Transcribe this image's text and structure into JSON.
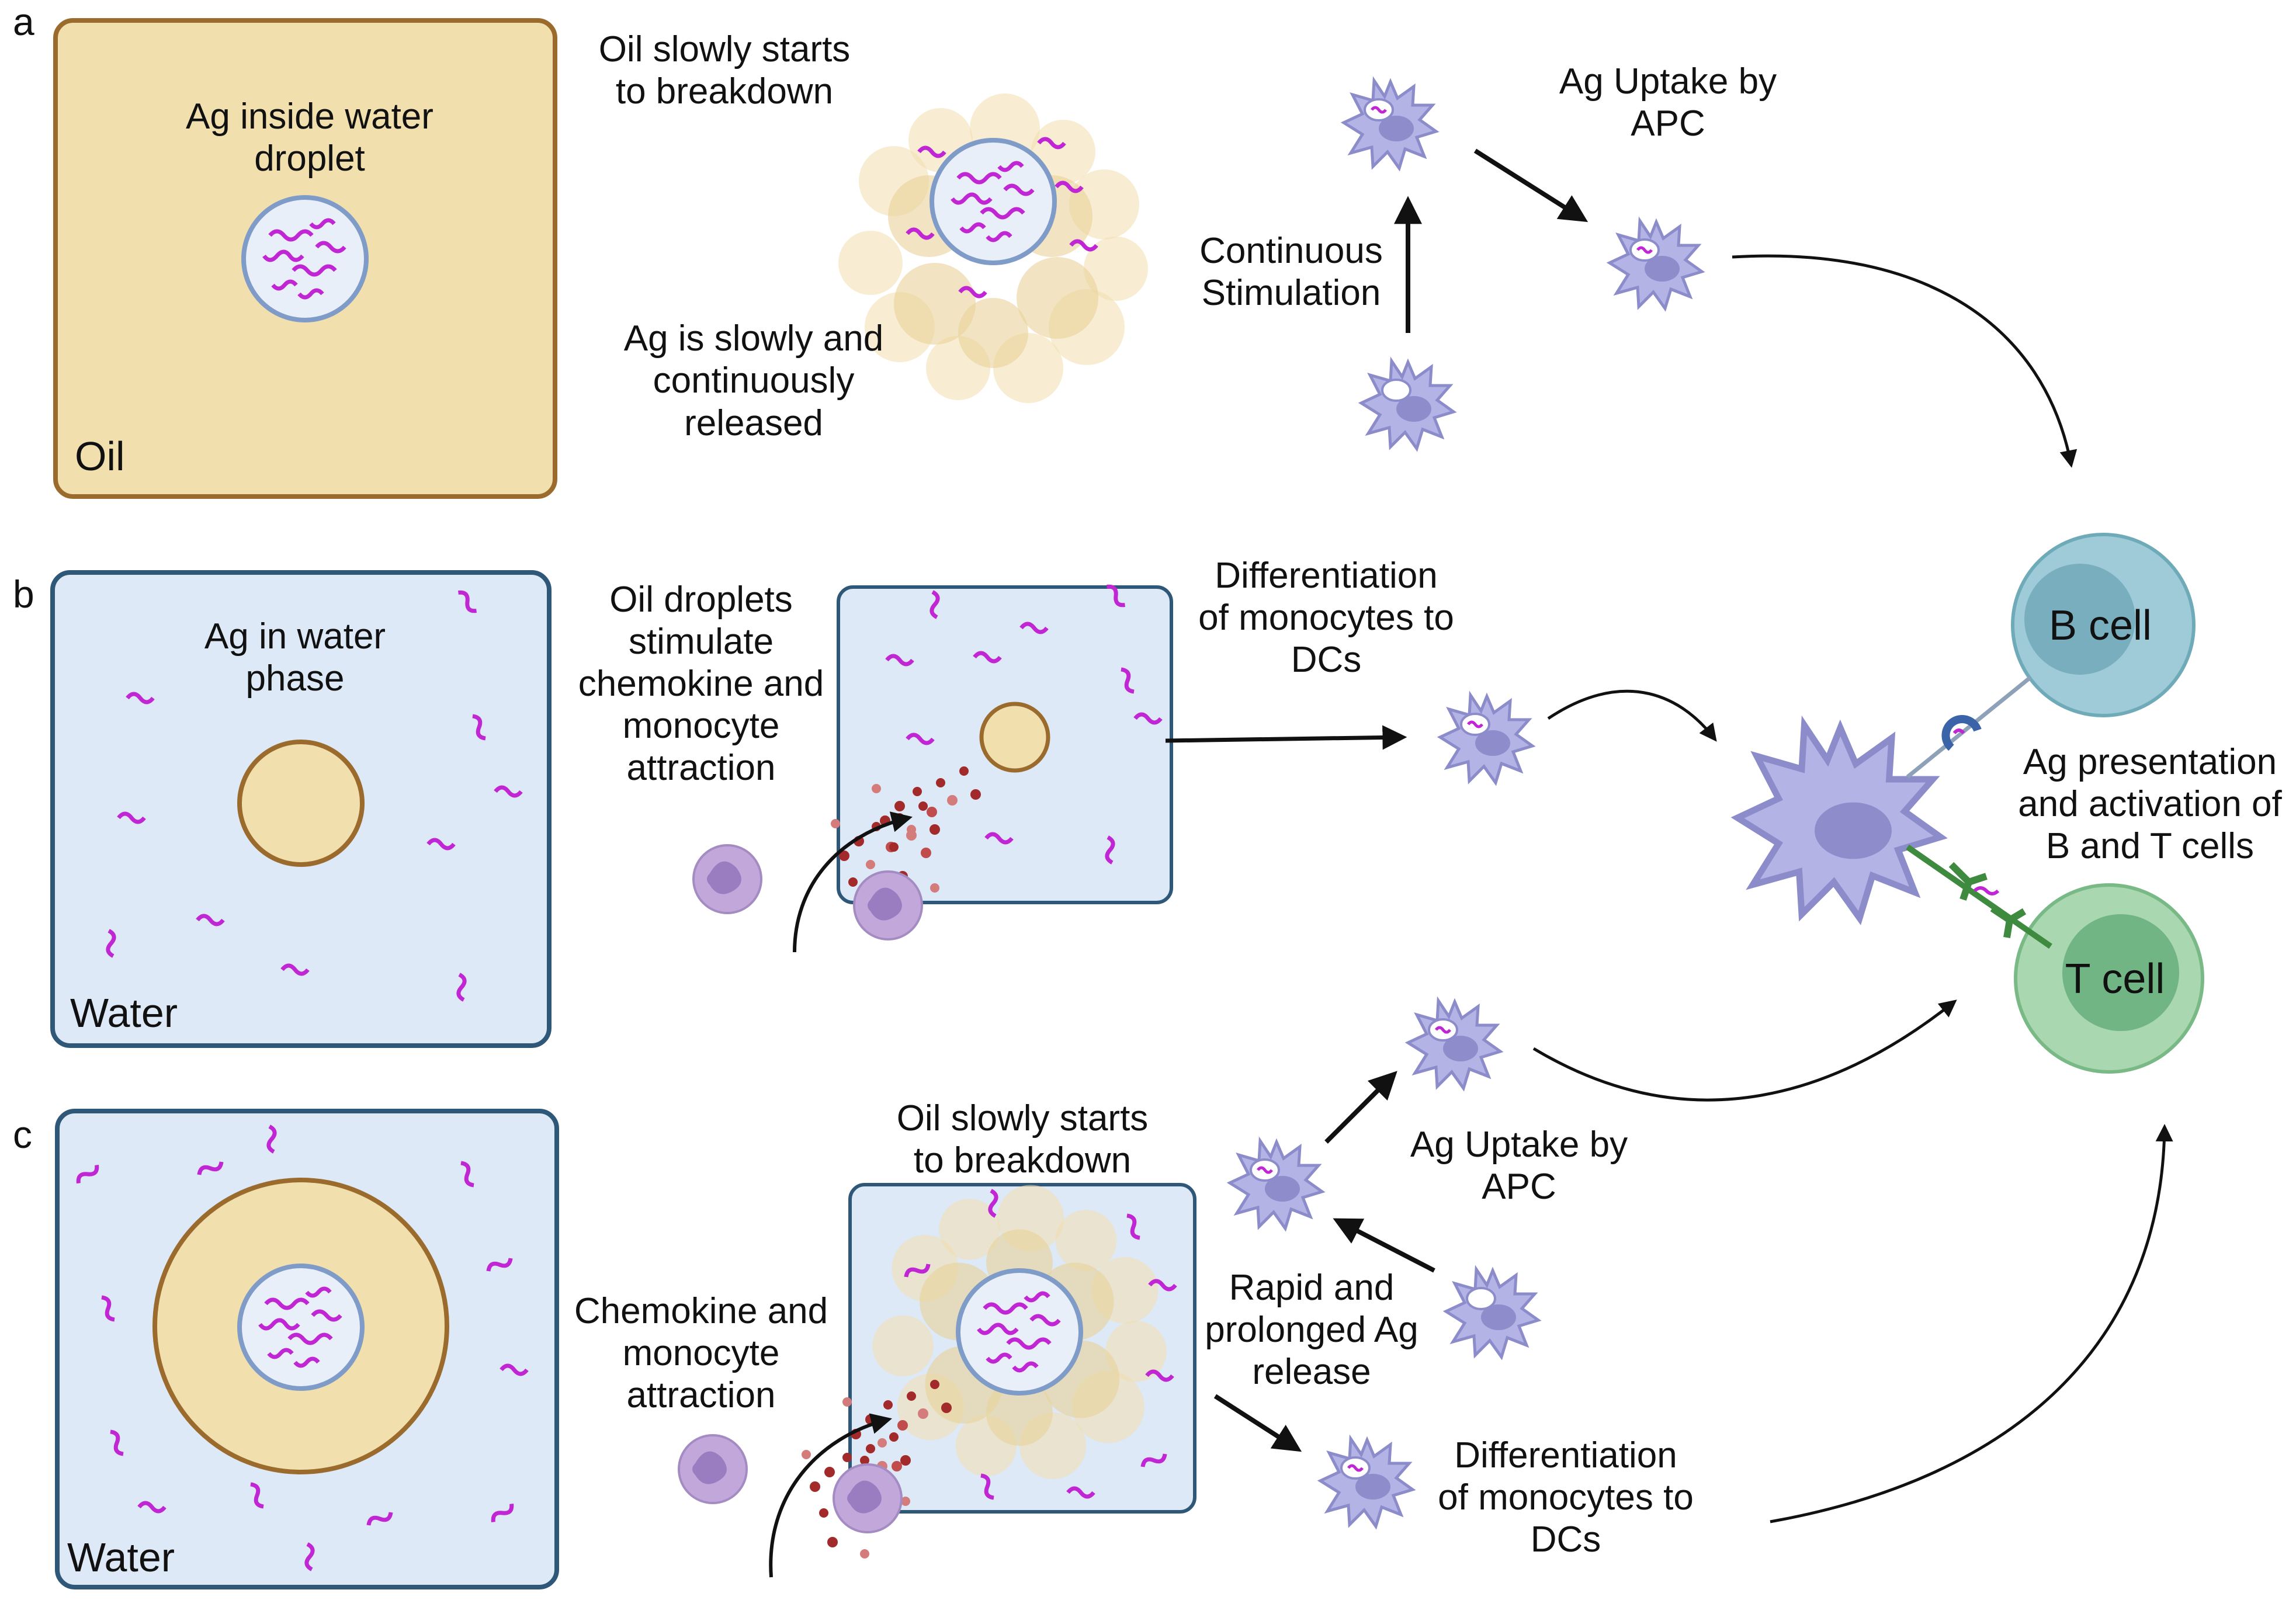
{
  "panels": [
    {
      "letter": "a",
      "box_label": "Oil",
      "droplet_label": [
        "Ag inside water",
        "droplet"
      ],
      "breakdown_label": [
        "Oil slowly starts",
        "to breakdown"
      ],
      "release_label": [
        "Ag is slowly and",
        "continuously",
        "released"
      ],
      "stim_label": [
        "Continuous",
        "Stimulation"
      ],
      "uptake_label": [
        "Ag Uptake by",
        "APC"
      ]
    },
    {
      "letter": "b",
      "box_label": "Water",
      "phase_label": [
        "Ag in water",
        "phase"
      ],
      "attraction_label": [
        "Oil droplets",
        "stimulate",
        "chemokine and",
        "monocyte",
        "attraction"
      ],
      "diff_label": [
        "Differentiation",
        "of monocytes to",
        "DCs"
      ]
    },
    {
      "letter": "c",
      "box_label": "Water",
      "breakdown_label": [
        "Oil slowly starts",
        "to breakdown"
      ],
      "attraction_label": [
        "Chemokine and",
        "monocyte",
        "attraction"
      ],
      "uptake_label": [
        "Ag Uptake by",
        "APC"
      ],
      "release_label": [
        "Rapid and",
        "prolonged Ag",
        "release"
      ],
      "diff_label": [
        "Differentiation",
        "of monocytes to",
        "DCs"
      ]
    }
  ],
  "right": {
    "b_cell": "B cell",
    "t_cell": "T cell",
    "presentation_label": [
      "Ag presentation",
      "and activation of",
      "B and T cells"
    ]
  },
  "colors": {
    "oil_fill": "#f2dfae",
    "oil_stroke": "#9a6b2c",
    "water_fill": "#dde9f6",
    "water_stroke": "#2f5778",
    "antigen": "#c026d3",
    "apc_fill": "#b3b3e6",
    "apc_nucleus": "#8e8ccb",
    "monocyte": "#c2a7db",
    "chemokine": "#a32a2a",
    "b_cell": "#9fcbd8",
    "t_cell": "#a8d7b0"
  }
}
